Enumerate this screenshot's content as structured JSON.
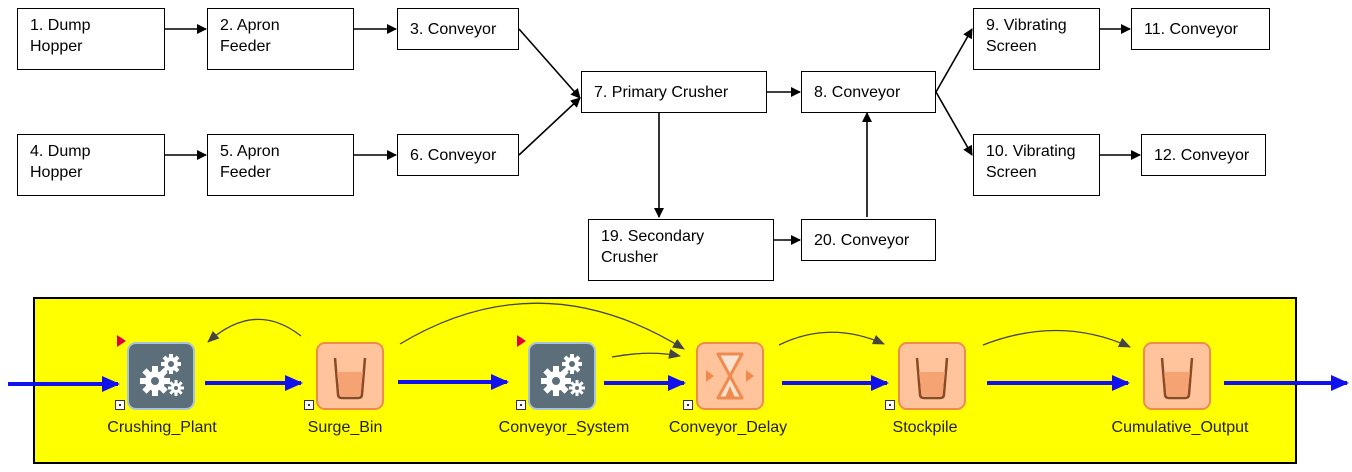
{
  "flowchart": {
    "boxes": [
      {
        "id": "b1",
        "label": "1. Dump\nHopper"
      },
      {
        "id": "b2",
        "label": "2. Apron\nFeeder"
      },
      {
        "id": "b3",
        "label": "3. Conveyor"
      },
      {
        "id": "b4",
        "label": "4. Dump\nHopper"
      },
      {
        "id": "b5",
        "label": "5. Apron\nFeeder"
      },
      {
        "id": "b6",
        "label": "6. Conveyor"
      },
      {
        "id": "b7",
        "label": "7. Primary Crusher"
      },
      {
        "id": "b8",
        "label": "8. Conveyor"
      },
      {
        "id": "b9",
        "label": "9. Vibrating\nScreen"
      },
      {
        "id": "b10",
        "label": "10. Vibrating\nScreen"
      },
      {
        "id": "b11",
        "label": "11. Conveyor"
      },
      {
        "id": "b12",
        "label": "12. Conveyor"
      },
      {
        "id": "b19",
        "label": "19. Secondary\nCrusher"
      },
      {
        "id": "b20",
        "label": "20. Conveyor"
      }
    ],
    "edges": [
      [
        "b1",
        "b2"
      ],
      [
        "b2",
        "b3"
      ],
      [
        "b3",
        "b7"
      ],
      [
        "b4",
        "b5"
      ],
      [
        "b5",
        "b6"
      ],
      [
        "b6",
        "b7"
      ],
      [
        "b7",
        "b8"
      ],
      [
        "b7",
        "b19"
      ],
      [
        "b19",
        "b20"
      ],
      [
        "b20",
        "b8"
      ],
      [
        "b8",
        "b9"
      ],
      [
        "b8",
        "b10"
      ],
      [
        "b9",
        "b11"
      ],
      [
        "b10",
        "b12"
      ]
    ]
  },
  "model": {
    "nodes": [
      {
        "id": "crushing",
        "label": "Crushing_Plant",
        "icon": "gears-icon"
      },
      {
        "id": "surge",
        "label": "Surge_Bin",
        "icon": "bin-icon"
      },
      {
        "id": "convsys",
        "label": "Conveyor_System",
        "icon": "gears-icon"
      },
      {
        "id": "delay",
        "label": "Conveyor_Delay",
        "icon": "hourglass-icon"
      },
      {
        "id": "stockpile",
        "label": "Stockpile",
        "icon": "bin-icon"
      },
      {
        "id": "cumulative",
        "label": "Cumulative_Output",
        "icon": "bin-icon"
      }
    ],
    "colors": {
      "panel": "#ffff00",
      "flow_arrow": "#1111ee",
      "link_arrow": "#444444",
      "gear_tile": "#5b6e7a",
      "bin_tile": "#ffc49c",
      "bin_border": "#f08b4f",
      "marker": "#e2003a"
    }
  }
}
